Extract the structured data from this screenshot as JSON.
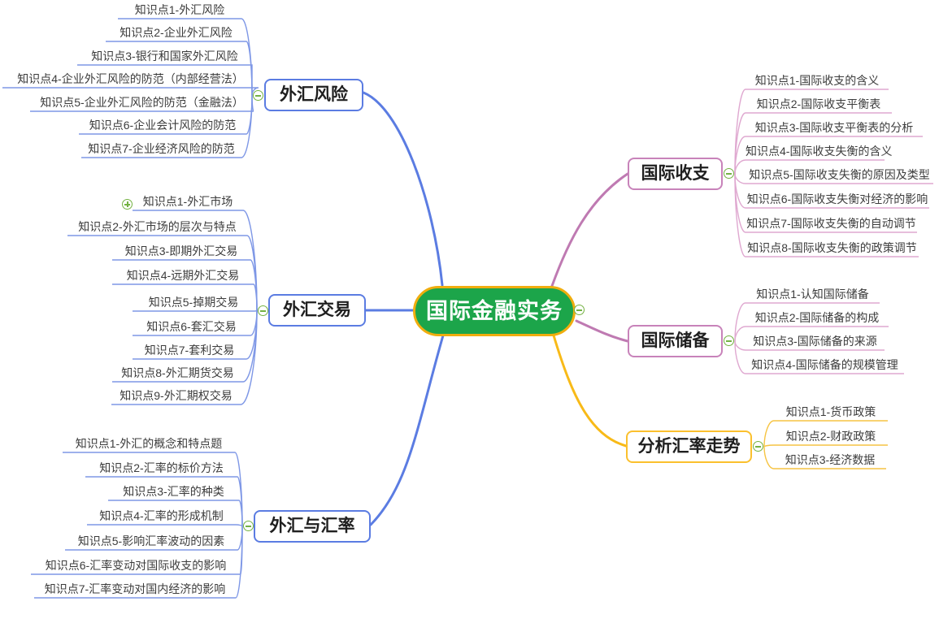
{
  "center": {
    "label": "国际金融实务"
  },
  "colors": {
    "center_fill": "#1ca54a",
    "center_border": "#f0ad0e",
    "blue_branch": "#5b7ce2",
    "blue_leaf_line": "#7e97e6",
    "pink_branch": "#c883ba",
    "pink_leaf_line": "#dfa8d0",
    "yellow_branch": "#fbc02d",
    "yellow_leaf_line": "#f6c443",
    "toggle_green": "#74b243",
    "leaf_text": "#3c3c3c"
  },
  "icons": {
    "collapse": "minus-in-circle-icon",
    "expand": "plus-in-circle-icon"
  },
  "branches": [
    {
      "label": "外汇风险",
      "side": "left",
      "children": [
        "知识点1-外汇风险",
        "知识点2-企业外汇风险",
        "知识点3-银行和国家外汇风险",
        "知识点4-企业外汇风险的防范（内部经营法）",
        "知识点5-企业外汇风险的防范（金融法）",
        "知识点6-企业会计风险的防范",
        "知识点7-企业经济风险的防范"
      ]
    },
    {
      "label": "外汇交易",
      "side": "left",
      "children": [
        "知识点1-外汇市场",
        "知识点2-外汇市场的层次与特点",
        "知识点3-即期外汇交易",
        "知识点4-远期外汇交易",
        "知识点5-掉期交易",
        "知识点6-套汇交易",
        "知识点7-套利交易",
        "知识点8-外汇期货交易",
        "知识点9-外汇期权交易"
      ]
    },
    {
      "label": "外汇与汇率",
      "side": "left",
      "children": [
        "知识点1-外汇的概念和特点题",
        "知识点2-汇率的标价方法",
        "知识点3-汇率的种类",
        "知识点4-汇率的形成机制",
        "知识点5-影响汇率波动的因素",
        "知识点6-汇率变动对国际收支的影响",
        "知识点7-汇率变动对国内经济的影响"
      ]
    },
    {
      "label": "国际收支",
      "side": "right",
      "children": [
        "知识点1-国际收支的含义",
        "知识点2-国际收支平衡表",
        "知识点3-国际收支平衡表的分析",
        "知识点4-国际收支失衡的含义",
        "知识点5-国际收支失衡的原因及类型",
        "知识点6-国际收支失衡对经济的影响",
        "知识点7-国际收支失衡的自动调节",
        "知识点8-国际收支失衡的政策调节"
      ]
    },
    {
      "label": "国际储备",
      "side": "right",
      "children": [
        "知识点1-认知国际储备",
        "知识点2-国际储备的构成",
        "知识点3-国际储备的来源",
        "知识点4-国际储备的规模管理"
      ]
    },
    {
      "label": "分析汇率走势",
      "side": "right",
      "children": [
        "知识点1-货币政策",
        "知识点2-财政政策",
        "知识点3-经济数据"
      ]
    }
  ]
}
